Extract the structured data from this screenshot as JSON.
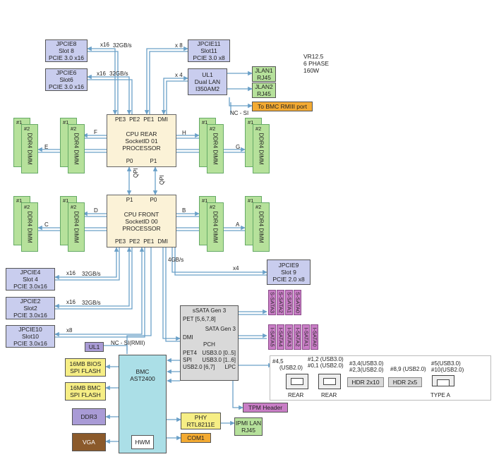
{
  "vr": {
    "line1": "VR12.5",
    "line2": "6 PHASE",
    "line3": "160W"
  },
  "pcie": {
    "jpcie8": {
      "l1": "JPCIE8",
      "l2": "Slot 8",
      "l3": "PCIE 3.0 x16"
    },
    "jpcie6": {
      "l1": "JPCIE6",
      "l2": "Slot6",
      "l3": "PCIE 3.0 x16"
    },
    "jpcie11": {
      "l1": "JPCIE11",
      "l2": "Slot11",
      "l3": "PCIE 3.0 x8"
    },
    "jpcie4": {
      "l1": "JPCIE4",
      "l2": "Slot 4",
      "l3": "PCIE 3.0x16"
    },
    "jpcie2": {
      "l1": "JPCIE2",
      "l2": "Slot2",
      "l3": "PCIE 3.0x16"
    },
    "jpcie10": {
      "l1": "JPCIE10",
      "l2": "Slot10",
      "l3": "PCIE 3.0x16"
    },
    "jpcie9": {
      "l1": "JPCIE9",
      "l2": "Slot 9",
      "l3": "PCIE 2.0 x8"
    }
  },
  "ul1": {
    "l1": "UL1",
    "l2": "Dual LAN",
    "l3": "I350AM2"
  },
  "jlan1": {
    "l1": "JLAN1",
    "l2": "RJ45"
  },
  "jlan2": {
    "l1": "JLAN2",
    "l2": "RJ45"
  },
  "bmc_rmiii": "To  BMC RMIII port",
  "ncsi": "NC - SI",
  "cpu_rear": {
    "l1": "CPU REAR",
    "l2": "SocketID  01",
    "l3": "PROCESSOR",
    "pe3": "PE3",
    "pe2": "PE2",
    "pe1": "PE1",
    "dmi": "DMI",
    "p0": "P0",
    "p1": "P1"
  },
  "cpu_front": {
    "l1": "CPU FRONT",
    "l2": "SocketID  00",
    "l3": "PROCESSOR",
    "pe3": "PE3",
    "pe2": "PE2",
    "pe1": "PE1",
    "dmi": "DMI",
    "p0": "P0",
    "p1": "P1"
  },
  "qpi": "QPI",
  "dimm": {
    "n1": "#1",
    "n2": "#2",
    "label": "DDR4 DIMM"
  },
  "channels": {
    "e": "E",
    "f": "F",
    "g": "G",
    "h": "H",
    "a": "A",
    "b": "B",
    "c": "C",
    "d": "D"
  },
  "links": {
    "x16": "x16",
    "x8": "x 8",
    "x4": "x 4",
    "gb32": "32GB/s",
    "x4b": "x4",
    "gb4": "4GB/s",
    "x8b": "x8"
  },
  "pch": {
    "title_ssata": "sSATA Gen 3",
    "pet": "PET [5,6,7,8]",
    "title_sata": "SATA Gen 3",
    "dmi": "DMI",
    "pch": "PCH",
    "pet4": "PET4",
    "usb30": "USB3.0  [0..5]",
    "spi": "SPI",
    "usb30b": "USB3.0  [1..6]",
    "usb20": "USB2.0 [6,7]",
    "lpc": "LPC"
  },
  "ssata": [
    "S-SATA3",
    "S-SATA2",
    "S-SATA1",
    "S-SATA0"
  ],
  "isata": [
    "I-SATA5",
    "I-SATA4",
    "I-SATA3",
    "I-SATA2",
    "I-SATA1",
    "I-SATA0"
  ],
  "ul1b": "UL1",
  "ncsi_rmii": "NC - SI(RMII)",
  "bmc": {
    "l1": "BMC",
    "l2": "AST2400",
    "hwm": "HWM"
  },
  "flash1": {
    "l1": "16MB BIOS",
    "l2": "SPI FLASH"
  },
  "flash2": {
    "l1": "16MB BMC",
    "l2": "SPI FLASH"
  },
  "ddr3": "DDR3",
  "vga": "VGA",
  "phy": {
    "l1": "PHY",
    "l2": "RTL8211E"
  },
  "ipmi": {
    "l1": "IPMI LAN",
    "l2": "RJ45"
  },
  "com1": "COM1",
  "tpm": "TPM Header",
  "usb": {
    "g1": {
      "l1": "#4,5",
      "l2": "(USB2.0)",
      "cap": "REAR"
    },
    "g2": {
      "l1": "#1,2 (USB3.0)",
      "l2": "#0,1 (USB2.0)",
      "cap": "REAR"
    },
    "g3": {
      "l1": "#3,4(USB3.0)",
      "l2": "#2,3(USB2.0)",
      "box": "HDR  2x10"
    },
    "g4": {
      "l1": "#8,9 (USB2.0)",
      "box": "HDR  2x5"
    },
    "g5": {
      "l1": "#5(USB3.0)",
      "l2": "#10(USB2.0)",
      "cap": "TYPE A"
    }
  }
}
